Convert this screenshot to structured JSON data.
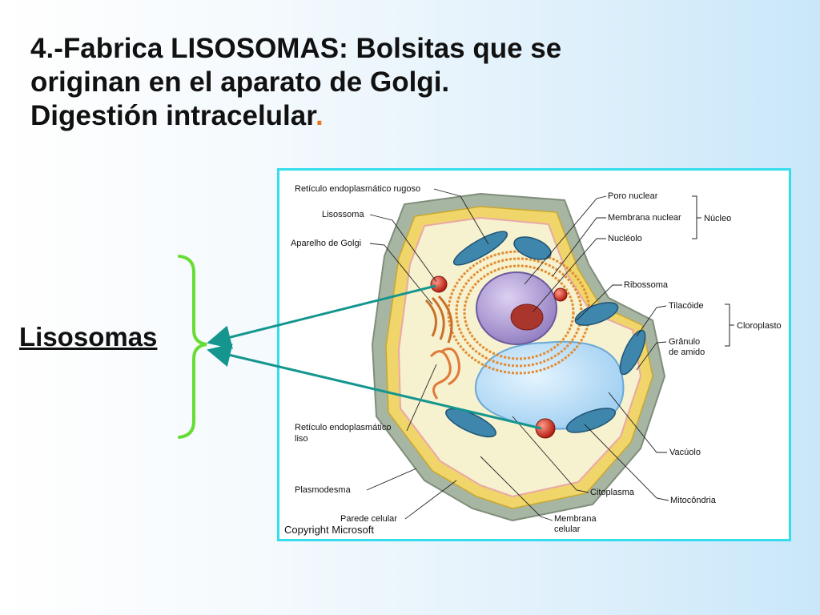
{
  "title": {
    "line1": "4.-Fabrica LISOSOMAS: Bolsitas que se",
    "line2": "originan en el aparato de Golgi.",
    "line3": "Digestión intracelular",
    "period": "."
  },
  "side_label": "Lisosomas",
  "figure": {
    "labels": {
      "reticulo_rugoso": "Retículo endoplasmático rugoso",
      "lisossoma": "Lisossoma",
      "aparelho_golgi": "Aparelho de Golgi",
      "reticulo_liso_1": "Retículo endoplasmático",
      "reticulo_liso_2": "liso",
      "plasmodesma": "Plasmodesma",
      "parede_celular": "Parede celular",
      "poro_nuclear": "Poro nuclear",
      "membrana_nuclear": "Membrana nuclear",
      "nucleolo": "Nucléolo",
      "nucleo": "Núcleo",
      "ribossoma": "Ribossoma",
      "tilacoide": "Tilacóide",
      "granulo_1": "Grânulo",
      "granulo_2": "de amido",
      "cloroplasto": "Cloroplasto",
      "vacuolo": "Vacúolo",
      "citoplasma": "Citoplasma",
      "mitocondria": "Mitocôndria",
      "membrana_celular_1": "Membrana",
      "membrana_celular_2": "celular"
    },
    "copyright": "Copyright Microsoft"
  },
  "colors": {
    "frame": "#33ddee",
    "arrow": "#14968f",
    "brace": "#66dd33",
    "accent_period": "#e87722"
  }
}
